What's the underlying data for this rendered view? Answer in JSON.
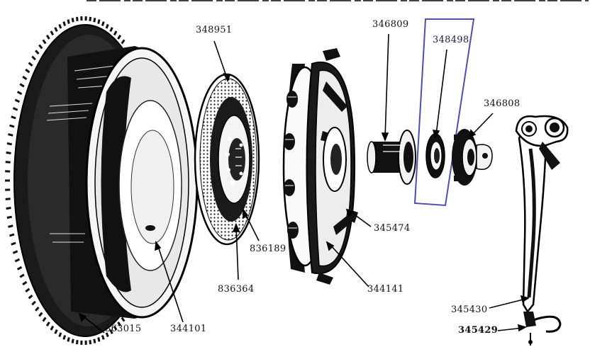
{
  "diagram": {
    "header_text": "",
    "highlight_color": "#4a4fb0",
    "ink_color": "#111111",
    "parts": [
      {
        "id": "flywheel",
        "number": "363015"
      },
      {
        "id": "flywheel-housing",
        "number": "344101"
      },
      {
        "id": "clutch-disc",
        "number": "348951"
      },
      {
        "id": "disc-rivet",
        "number": "836364"
      },
      {
        "id": "disc-hub",
        "number": "836189"
      },
      {
        "id": "pressure-plate",
        "number": "344141"
      },
      {
        "id": "pressure-plate-cover",
        "number": "345474"
      },
      {
        "id": "release-sleeve",
        "number": "346809"
      },
      {
        "id": "release-bearing",
        "number": "348498"
      },
      {
        "id": "release-collar",
        "number": "346808"
      },
      {
        "id": "release-fork",
        "number": "345430"
      },
      {
        "id": "fork-pin",
        "number": "345429"
      }
    ]
  }
}
